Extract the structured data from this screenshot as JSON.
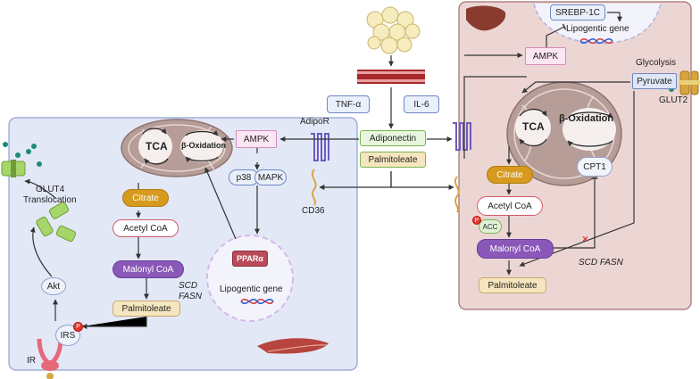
{
  "left_cell": {
    "glut4": "GLUT4",
    "translocation": "Translocation",
    "akt": "Akt",
    "irs": "IRS",
    "ir": "IR",
    "p": "P",
    "tca": "TCA",
    "beta_oxidation": "β-Oxidation",
    "ampk": "AMPK",
    "p38": "p38",
    "mapk": "MAPK",
    "citrate": "Citrate",
    "acetyl_coa": "Acetyl CoA",
    "malonyl_coa": "Malonyl CoA",
    "palmitoleate": "Palmitoleate",
    "scd": "SCD",
    "fasn": "FASN",
    "ppara": "PPARα",
    "lipogentic_gene": "Lipogentic gene"
  },
  "center": {
    "tnf": "TNF-α",
    "il6": "IL-6",
    "adiponectin": "Adiponectin",
    "palmitoleate": "Palmitoleate",
    "adipor": "AdipoR",
    "cd36": "CD36"
  },
  "right_cell": {
    "srebp": "SREBP-1C",
    "lipogentic_gene": "Lipogentic gene",
    "ampk": "AMPK",
    "glycolysis": "Glycolysis",
    "pyruvate": "Pyruvate",
    "glut2": "GLUT2",
    "tca": "TCA",
    "beta_oxidation": "β-Oxidation",
    "cpt1": "CPT1",
    "citrate": "Citrate",
    "acetyl_coa": "Acetyl CoA",
    "acc": "ACC",
    "p": "P",
    "malonyl_coa": "Malonyl CoA",
    "scd_fasn": "SCD  FASN",
    "palmitoleate": "Palmitoleate",
    "inhibit_mark": "×"
  },
  "colors": {
    "left_cell_bg": "#e3e8f7",
    "right_cell_bg": "#ecd6d4",
    "mitochondria": "#b79d98",
    "arrow": "#333333"
  },
  "icons": [
    "fat-droplets-icon",
    "blood-vessel-icon",
    "liver-icon",
    "muscle-icon",
    "dna-icon",
    "receptor-icon",
    "transporter-icon",
    "insulin-receptor-icon"
  ]
}
